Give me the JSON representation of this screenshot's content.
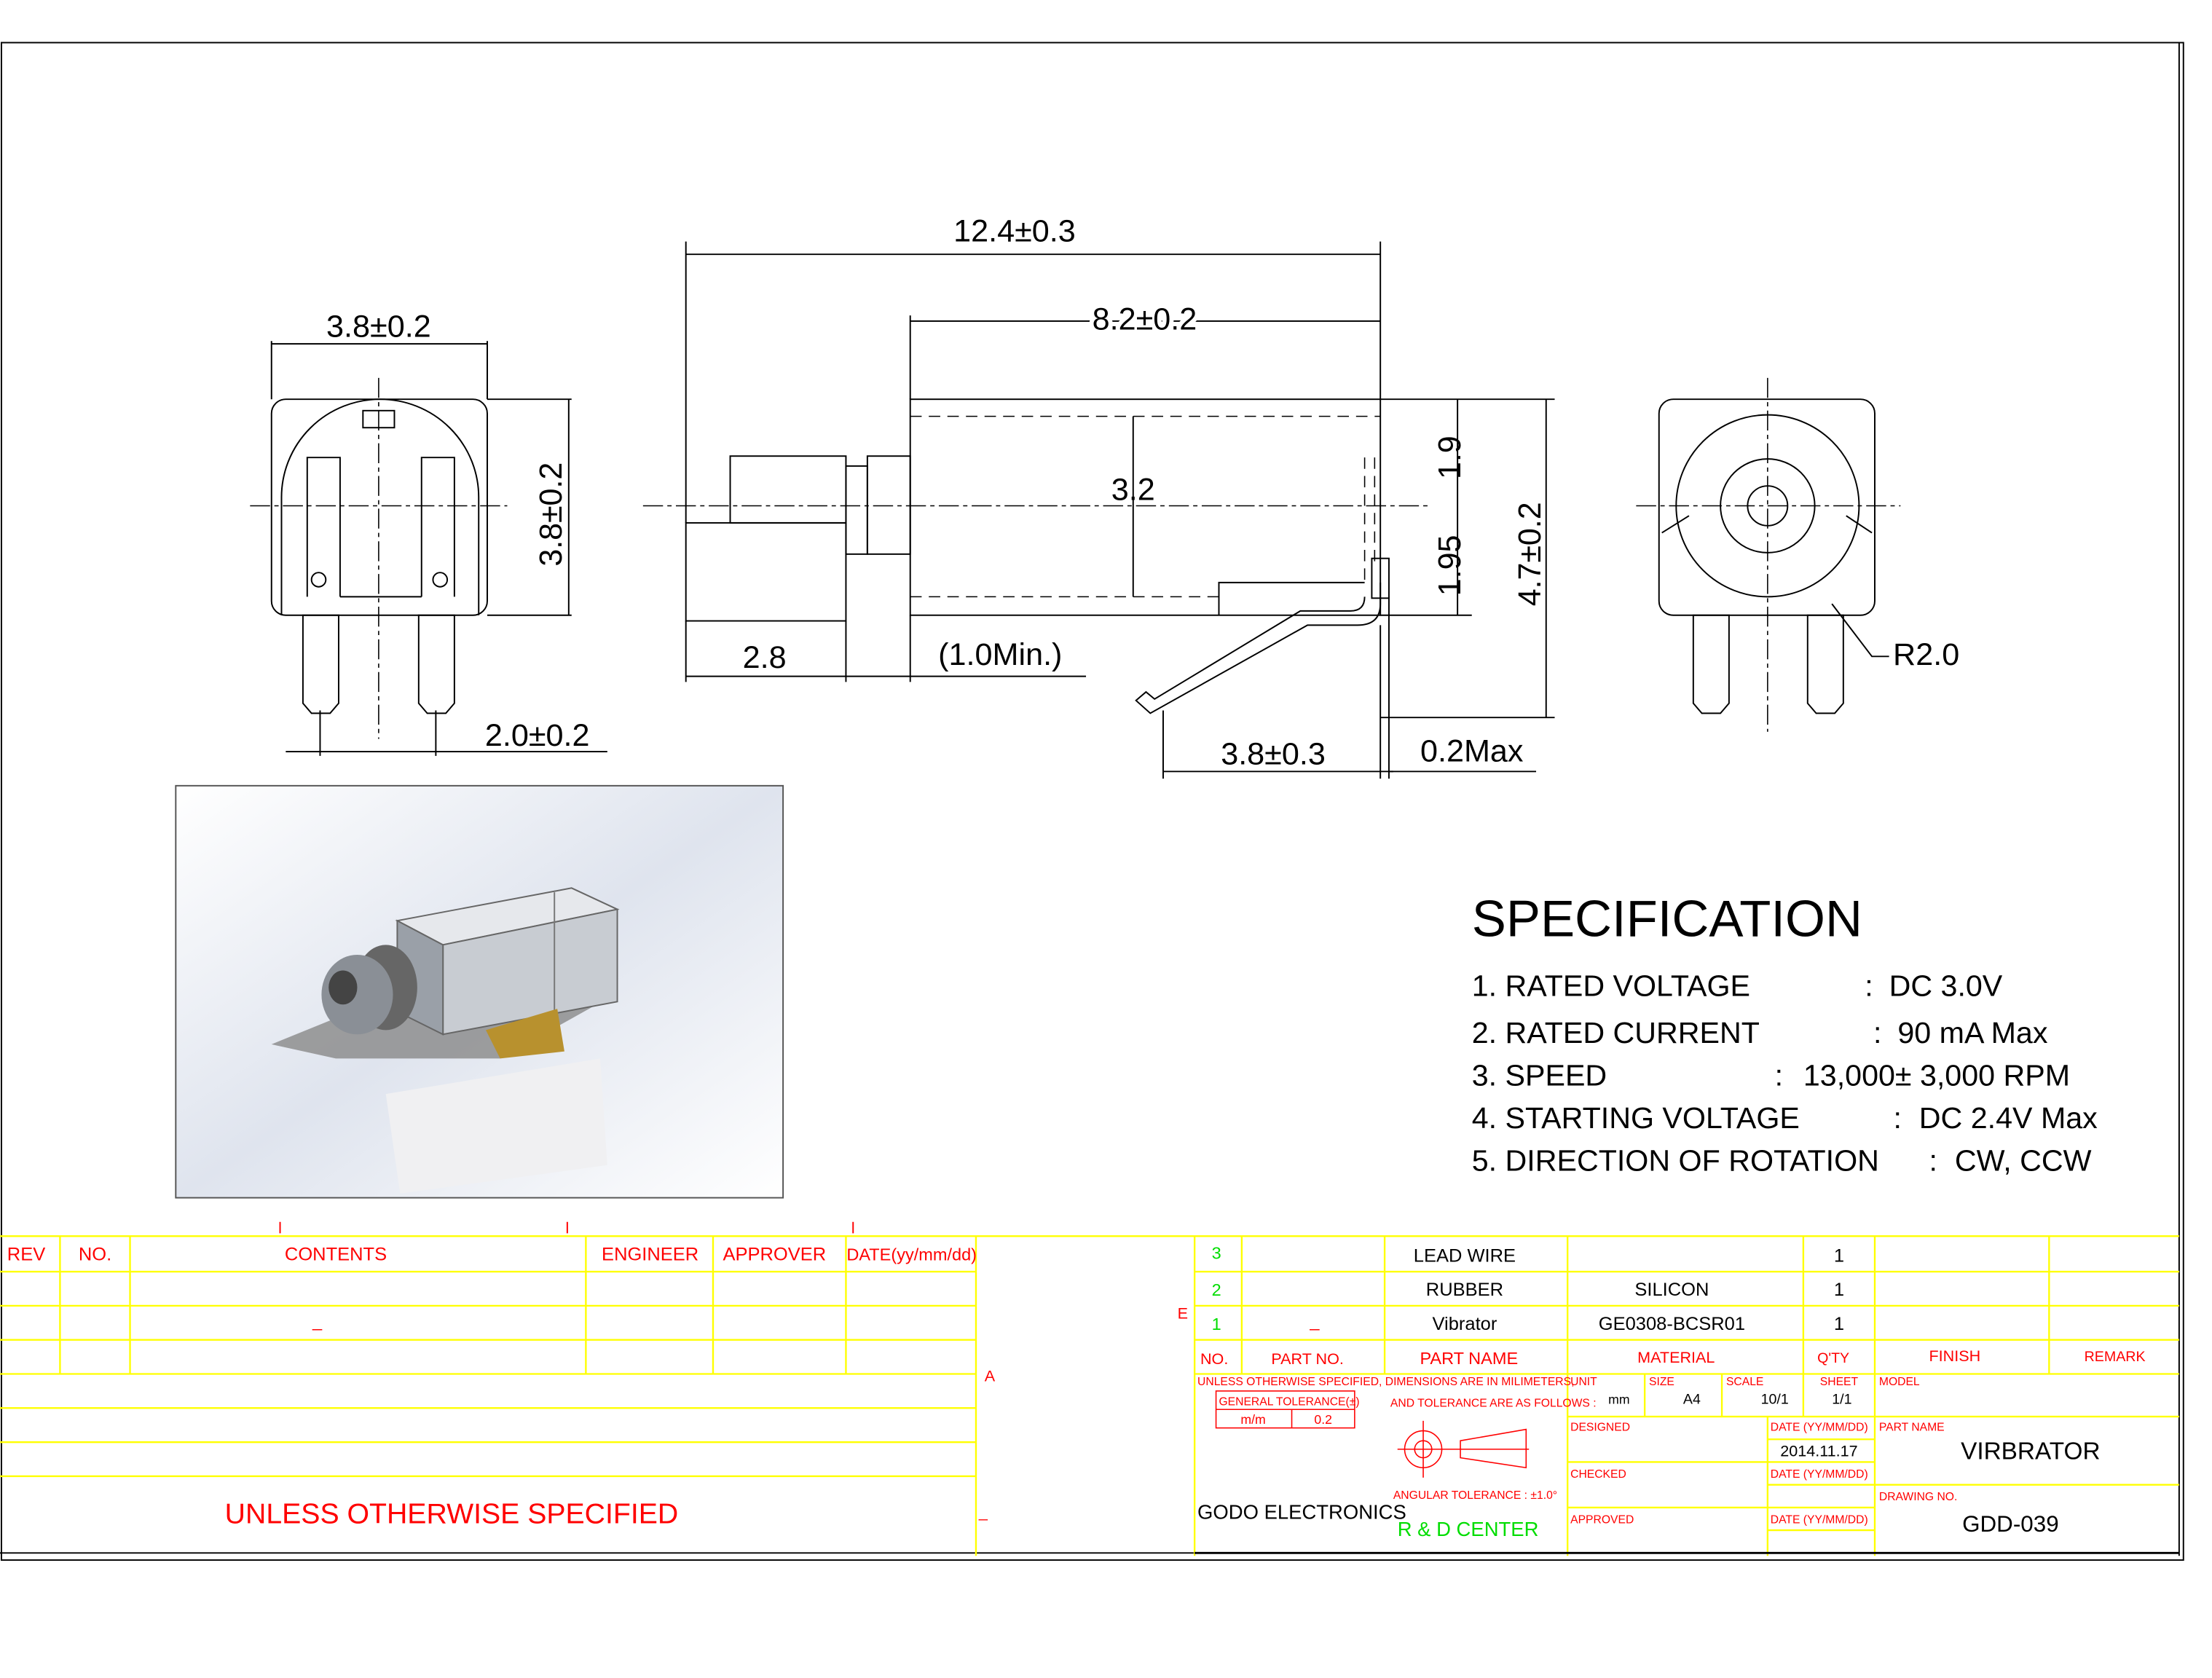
{
  "dimensions": {
    "front_width": "3.8±0.2",
    "front_height": "3.8±0.2",
    "pin_pitch": "2.0±0.2",
    "overall_length": "12.4±0.3",
    "body_length": "8.2±0.2",
    "shaft_center": "3.2",
    "top_offset": "1.9",
    "bottom_offset": "1.95",
    "overall_height": "4.7±0.2",
    "weight_length": "2.8",
    "gap": "(1.0Min.)",
    "lead_length": "3.8±0.3",
    "lead_thickness": "0.2Max",
    "radius": "R2.0"
  },
  "specification": {
    "title": "SPECIFICATION",
    "items": [
      {
        "label": "1. RATED VOLTAGE",
        "sep": ":",
        "value": "DC 3.0V"
      },
      {
        "label": "2. RATED CURRENT",
        "sep": ":",
        "value": "90 mA Max"
      },
      {
        "label": "3. SPEED",
        "sep": ":",
        "value": "13,000± 3,000 RPM"
      },
      {
        "label": "4. STARTING VOLTAGE",
        "sep": ":",
        "value": "DC 2.4V Max"
      },
      {
        "label": "5. DIRECTION OF ROTATION",
        "sep": ":",
        "value": "CW, CCW"
      }
    ]
  },
  "revision_table": {
    "headers": [
      "REV",
      "NO.",
      "CONTENTS",
      "ENGINEER",
      "APPROVER",
      "DATE(yy/mm/dd)"
    ],
    "dash": "_",
    "note": "UNLESS OTHERWISE SPECIFIED",
    "side_marks": [
      "A",
      "_",
      "E"
    ]
  },
  "parts_table": {
    "headers": [
      "NO.",
      "PART NO.",
      "PART NAME",
      "MATERIAL",
      "Q'TY",
      "FINISH",
      "REMARK"
    ],
    "rows": [
      {
        "no": "3",
        "part_no": "",
        "name": "LEAD WIRE",
        "material": "",
        "qty": "1"
      },
      {
        "no": "2",
        "part_no": "",
        "name": "RUBBER",
        "material": "SILICON",
        "qty": "1"
      },
      {
        "no": "1",
        "part_no": "_",
        "name": "Vibrator",
        "material": "GE0308-BCSR01",
        "qty": "1"
      }
    ]
  },
  "title_block": {
    "general_note": "UNLESS OTHERWISE SPECIFIED, DIMENSIONS ARE IN MILIMETERS,",
    "tolerance_note": "AND TOLERANCE ARE AS FOLLOWS :",
    "general_tolerance": "GENERAL TOLERANCE(±)",
    "tol_unit": "m/m",
    "tol_value": "0.2",
    "angular_tolerance": "ANGULAR TOLERANCE : ±1.0°",
    "company": "GODO ELECTRONICS",
    "department": "R  & D  CENTER",
    "unit_label": "UNIT",
    "unit": "mm",
    "size_label": "SIZE",
    "size": "A4",
    "scale_label": "SCALE",
    "scale": "10/1",
    "sheet_label": "SHEET",
    "sheet": "1/1",
    "model_label": "MODEL",
    "designed_label": "DESIGNED",
    "checked_label": "CHECKED",
    "approved_label": "APPROVED",
    "date_label": "DATE (YY/MM/DD)",
    "designed_date": "2014.11.17",
    "part_name_label": "PART NAME",
    "part_name": "VIRBRATOR",
    "drawing_no_label": "DRAWING NO.",
    "drawing_no": "GDD-039"
  },
  "colors": {
    "header_text": "#ff0000",
    "grid": "#ffff00",
    "row_numbers": "#00dd00"
  }
}
